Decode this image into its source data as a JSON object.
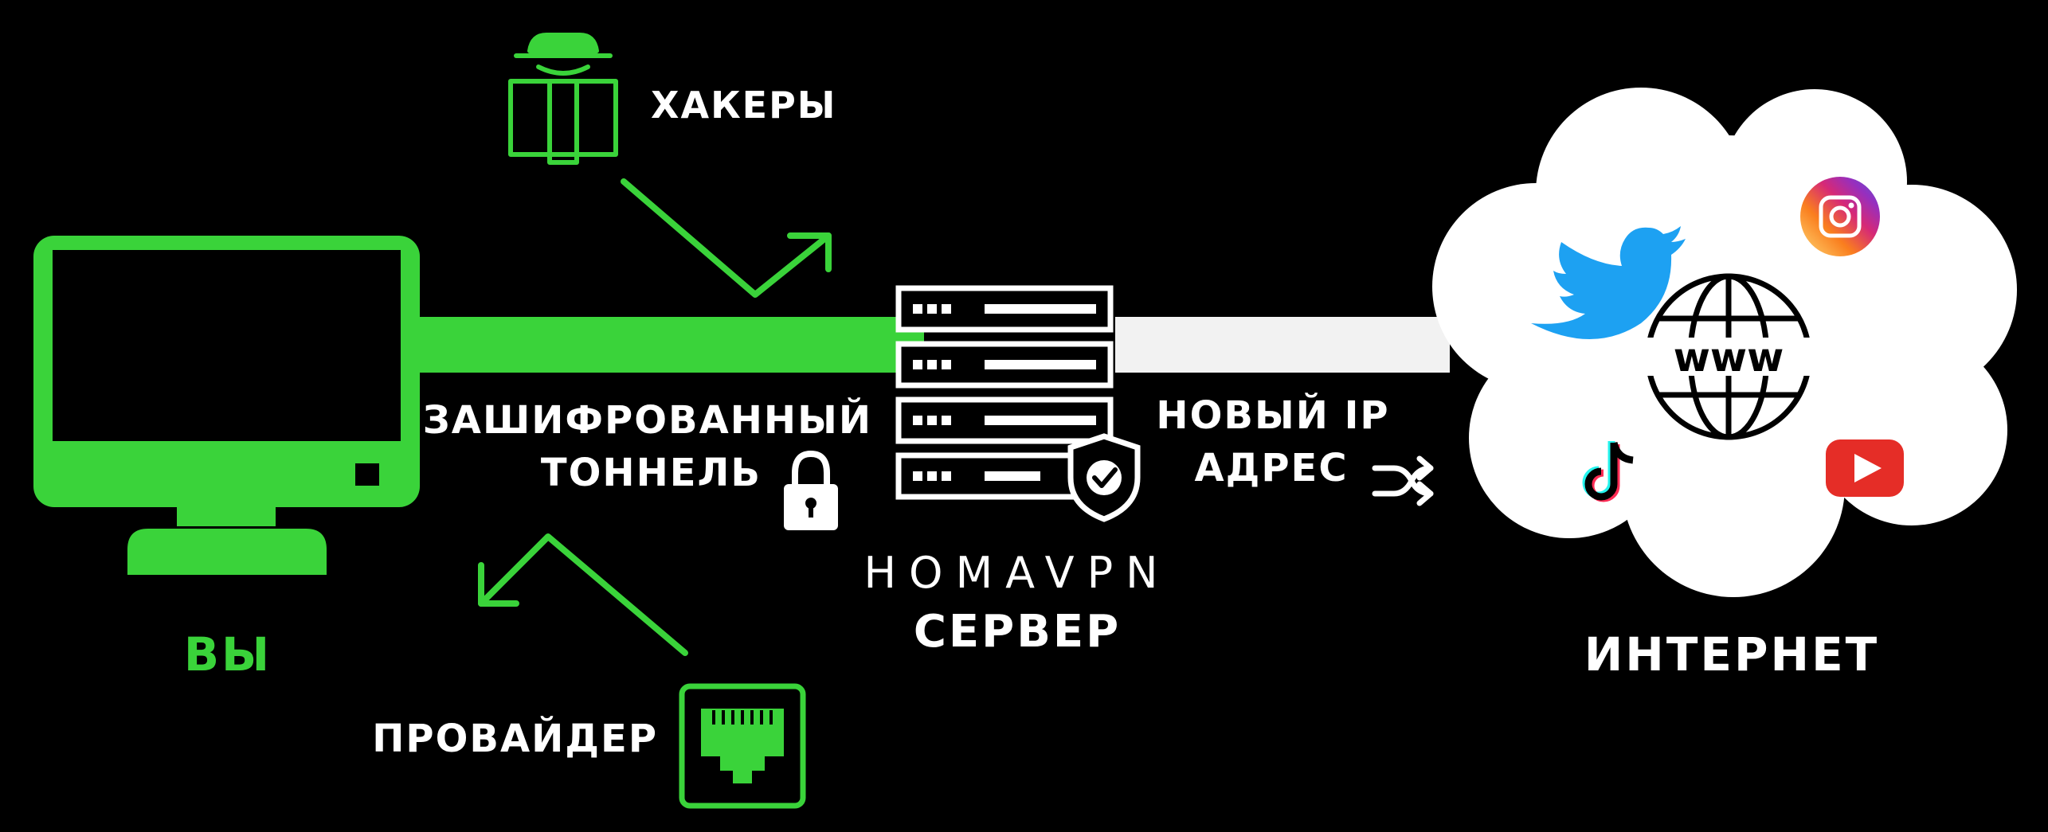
{
  "colors": {
    "background": "#000000",
    "accent_green": "#3AD33A",
    "white": "#FFFFFF",
    "twitter": "#1DA1F2",
    "youtube": "#E52D27"
  },
  "labels": {
    "hackers": "ХАКЕРЫ",
    "tunnel_line1": "ЗАШИФРОВАННЫЙ",
    "tunnel_line2": "ТОННЕЛЬ",
    "server_line1": "HOMAVPN",
    "server_line2": "СЕРВЕР",
    "new_ip_line1": "НОВЫЙ IP",
    "new_ip_line2": "АДРЕС",
    "internet": "ИНТЕРНЕТ",
    "you": "ВЫ",
    "provider": "ПРОВАЙДЕР"
  },
  "icons": {
    "computer": "monitor-icon",
    "hacker": "hacker-icon",
    "provider": "ethernet-port-icon",
    "lock": "lock-icon",
    "server": "server-rack-icon",
    "shield": "shield-check-icon",
    "shuffle": "shuffle-icon",
    "cloud": "cloud-icon",
    "globe": "www-globe-icon",
    "twitter": "twitter-icon",
    "instagram": "instagram-icon",
    "tiktok": "tiktok-icon",
    "youtube": "youtube-icon"
  }
}
